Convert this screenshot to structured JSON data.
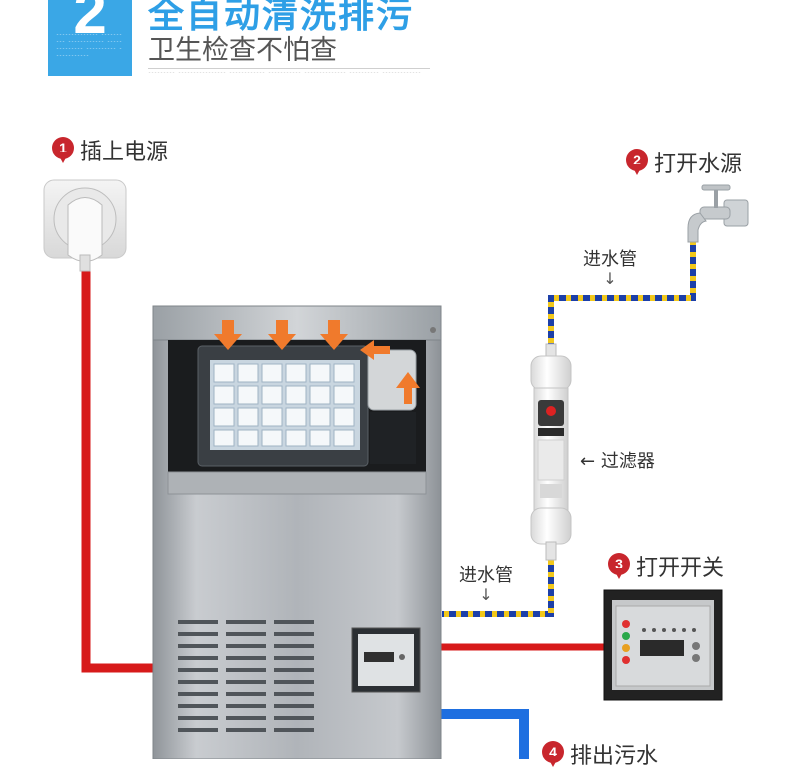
{
  "header": {
    "step_number": "2",
    "fine_print": "-------------- ---------- ------------ -------------- ---------- ------------",
    "headline": "全自动清洗排污",
    "subheadline": "卫生检查不怕查",
    "fine_print_2": "--------- ---------------- ------------ ----------- -------------- ---------- -------------"
  },
  "steps": [
    {
      "number": "1",
      "label": "插上电源"
    },
    {
      "number": "2",
      "label": "打开水源"
    },
    {
      "number": "3",
      "label": "打开开关"
    },
    {
      "number": "4",
      "label": "排出污水"
    }
  ],
  "callouts": {
    "inlet_pipe_top": "进水管",
    "filter": "过滤器",
    "inlet_pipe_bottom": "进水管",
    "down_arrow": "↓",
    "left_arrow": "←"
  },
  "colors": {
    "accent_blue": "#2e9fe6",
    "power_cable": "#d71a1a",
    "drain_pipe": "#1e6fe0",
    "pin_red": "#c8262d",
    "pipe_blue": "#1c3fa8",
    "pipe_yellow": "#f2c81b"
  }
}
